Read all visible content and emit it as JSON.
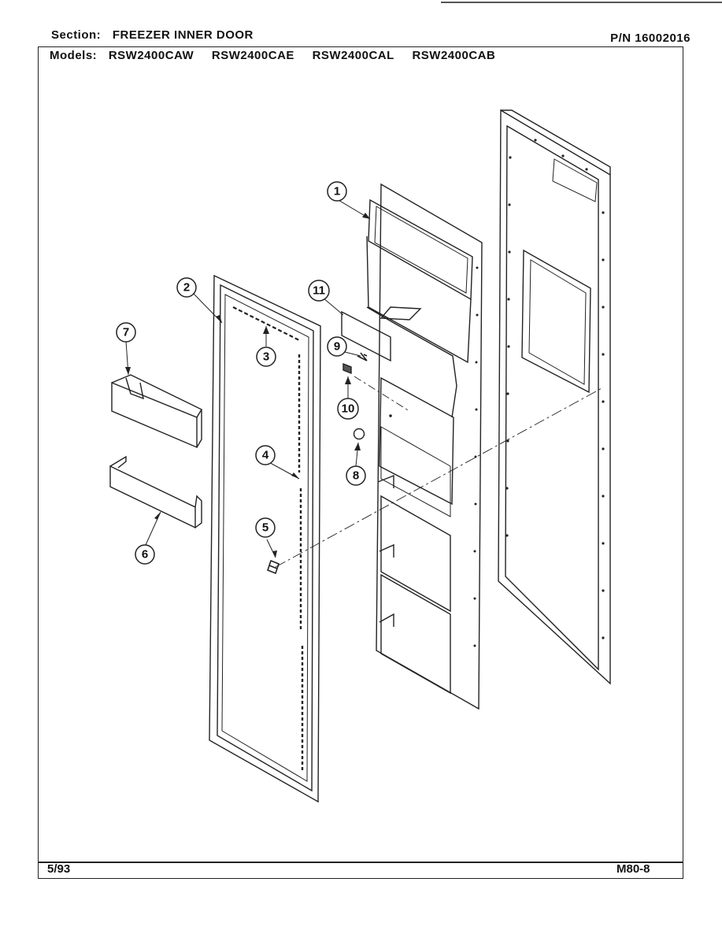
{
  "header": {
    "section_label": "Section:",
    "section_value": "FREEZER INNER DOOR",
    "pn_label": "P/N",
    "pn_value": "16002016",
    "models_label": "Models:",
    "models": [
      "RSW2400CAW",
      "RSW2400CAE",
      "RSW2400CAL",
      "RSW2400CAB"
    ]
  },
  "footer": {
    "date": "5/93",
    "page_code": "M80-8"
  },
  "callouts": [
    "1",
    "2",
    "3",
    "4",
    "5",
    "6",
    "7",
    "8",
    "9",
    "10",
    "11"
  ]
}
